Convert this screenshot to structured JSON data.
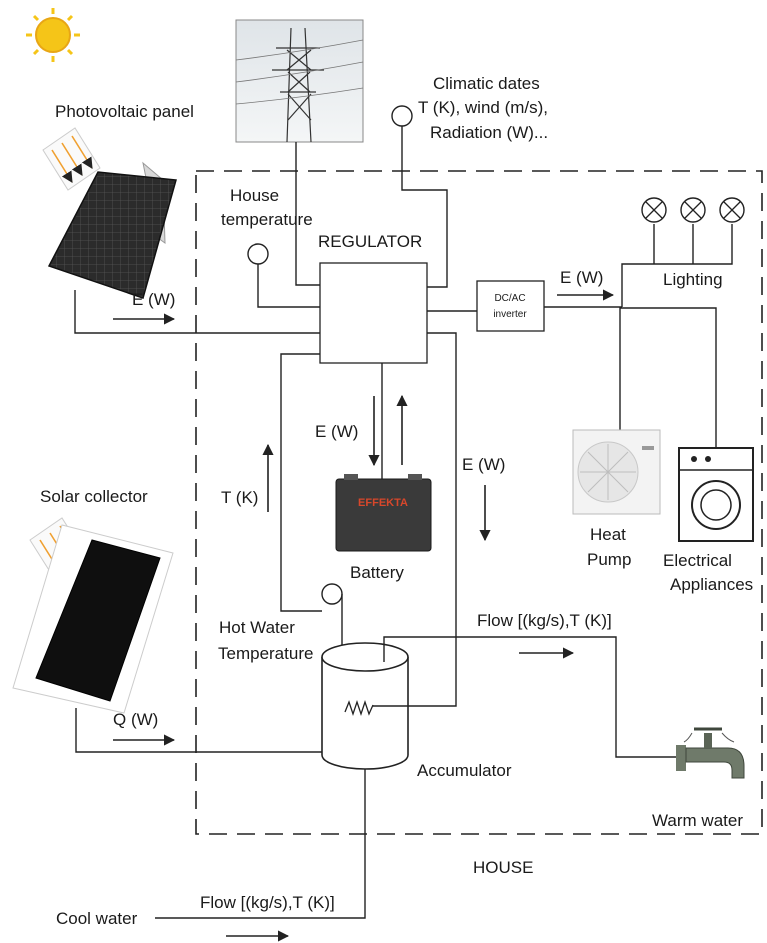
{
  "labels": {
    "photovoltaic_panel": "Photovoltaic panel",
    "climatic_line1": "Climatic dates",
    "climatic_line2": "T (K), wind (m/s),",
    "climatic_line3": "Radiation (W)...",
    "house_temp_line1": "House",
    "house_temp_line2": "temperature",
    "regulator": "REGULATOR",
    "pv_energy": "E (W)",
    "inverter_energy": "E (W)",
    "inverter_line1": "DC/AC",
    "inverter_line2": "inverter",
    "lighting": "Lighting",
    "battery_energy": "E (W)",
    "accumulator_energy": "E (W)",
    "temperature": "T (K)",
    "solar_collector": "Solar collector",
    "battery": "Battery",
    "battery_brand": "EFFEKTA",
    "heat_pump_line1": "Heat",
    "heat_pump_line2": "Pump",
    "appliances_line1": "Electrical",
    "appliances_line2": "Appliances",
    "hot_water_line1": "Hot Water",
    "hot_water_line2": "Temperature",
    "warm_flow": "Flow [(kg/s),T (K)]",
    "collector_heat": "Q (W)",
    "accumulator": "Accumulator",
    "warm_water": "Warm water",
    "house": "HOUSE",
    "cool_flow": "Flow [(kg/s),T (K)]",
    "cool_water": "Cool water"
  },
  "colors": {
    "sun": "#f5c518",
    "sun_rays": "#f0a030",
    "panel": "#2b2b2b",
    "collector": "#111111",
    "battery": "#3a3a3a",
    "battery_text": "#d8472b",
    "tap": "#6f7a6a"
  },
  "icons": [
    "sun-icon",
    "power-tower-icon",
    "sensor-icon",
    "lamp-icon",
    "battery-icon",
    "heat-pump-icon",
    "washing-machine-icon",
    "tap-icon"
  ]
}
